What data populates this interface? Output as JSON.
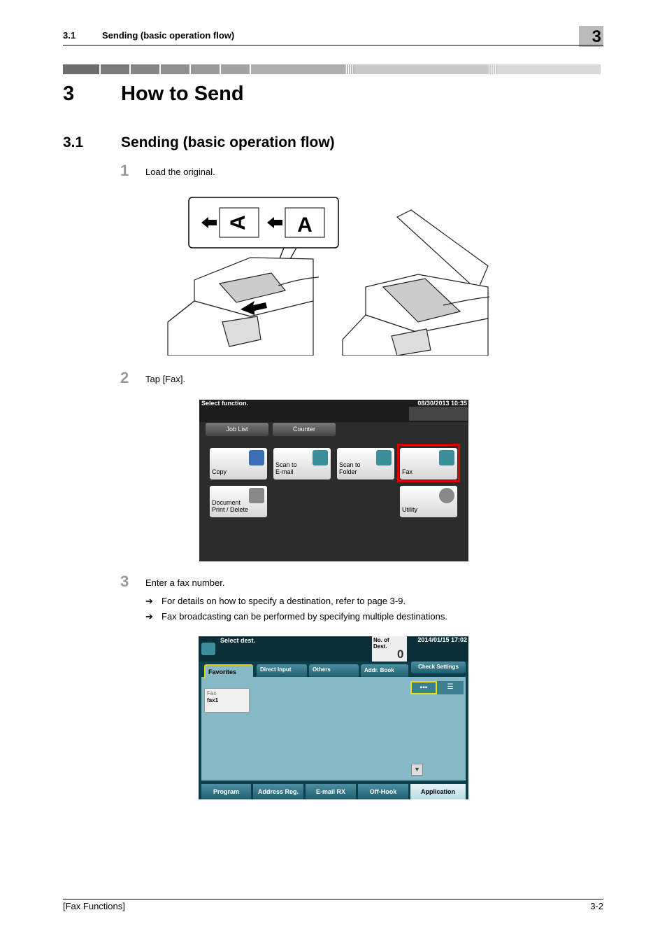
{
  "header": {
    "section": "3.1",
    "title": "Sending (basic operation flow)",
    "chapter_num": "3"
  },
  "chapter": {
    "number": "3",
    "title": "How to Send"
  },
  "section": {
    "number": "3.1",
    "title": "Sending (basic operation flow)"
  },
  "steps": [
    {
      "num": "1",
      "text": "Load the original."
    },
    {
      "num": "2",
      "text": "Tap [Fax]."
    },
    {
      "num": "3",
      "text": "Enter a fax number."
    }
  ],
  "notes": [
    {
      "arrow": "➔",
      "text": "For details on how to specify a destination, refer to page 3-9."
    },
    {
      "arrow": "➔",
      "text": "Fax broadcasting can be performed by specifying multiple destinations."
    }
  ],
  "figure1": {
    "letter": "A"
  },
  "screen1": {
    "title": "Select function.",
    "date": "08/30/2013 10:35",
    "tabs": [
      "Job List",
      "Counter"
    ],
    "buttons": [
      {
        "label": "Copy",
        "color": "#3a6fb5",
        "icon": "copy-icon"
      },
      {
        "label": "Scan to\nE-mail",
        "color": "#3a8f9a",
        "icon": "email-icon"
      },
      {
        "label": "Scan to\nFolder",
        "color": "#3a8f9a",
        "icon": "folder-icon"
      },
      {
        "label": "Fax",
        "color": "#3a8f9a",
        "icon": "fax-icon"
      },
      {
        "label": "Document\nPrint / Delete",
        "color": "#888888",
        "icon": "document-icon"
      },
      {
        "label": "Utility",
        "color": "#888888",
        "icon": "gear-icon"
      }
    ],
    "highlight_color": "#dd0000"
  },
  "screen2": {
    "title": "Select dest.",
    "num_dest_label": "No. of\nDest.",
    "num_dest_value": "0",
    "date": "2014/01/15 17:02",
    "tabs": [
      "Favorites",
      "Direct Input",
      "Others",
      "Addr. Book"
    ],
    "check_settings": "Check Settings",
    "card": {
      "type": "Fax",
      "name": "fax1"
    },
    "bottom": [
      "Program",
      "Address Reg.",
      "E-mail RX",
      "Off-Hook",
      "Application"
    ]
  },
  "footer": {
    "left": "[Fax Functions]",
    "right": "3-2"
  }
}
